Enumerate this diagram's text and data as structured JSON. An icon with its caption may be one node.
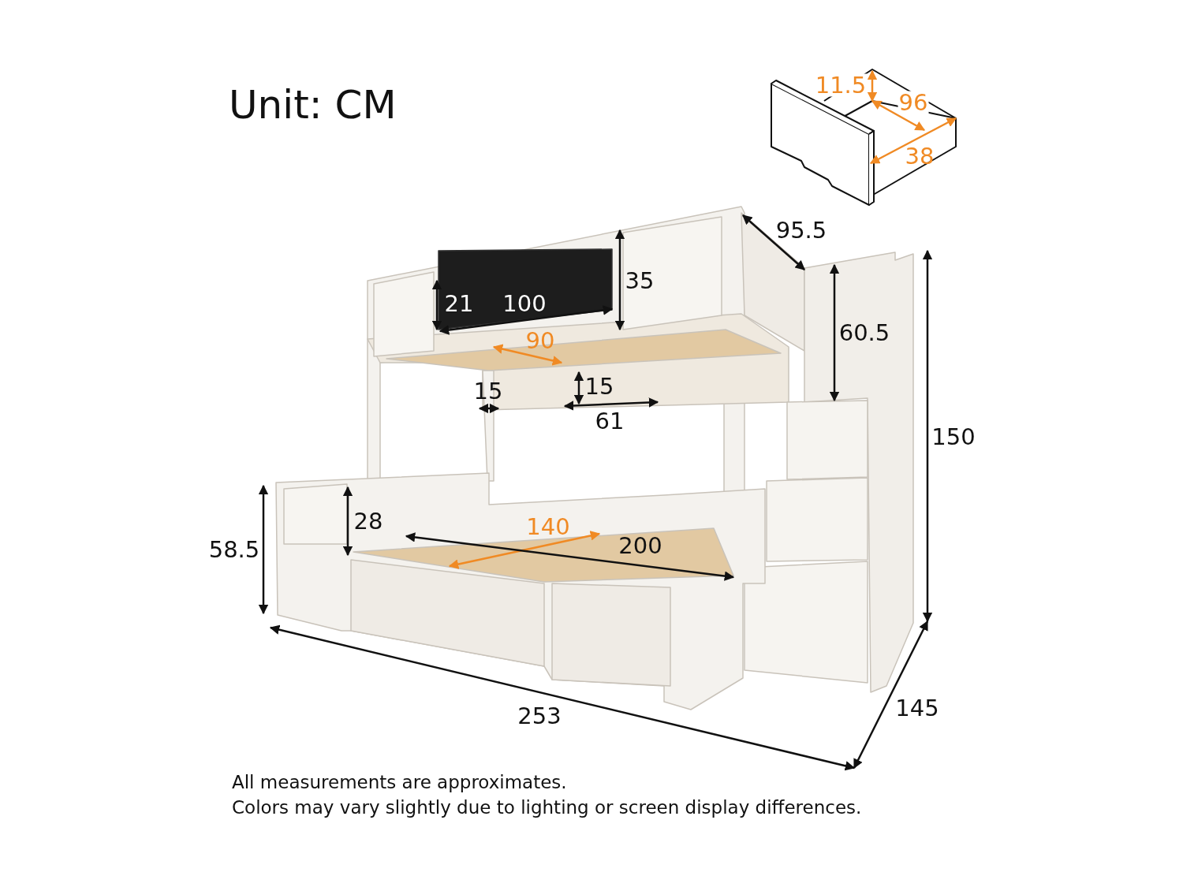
{
  "diagram": {
    "title": "Unit: CM",
    "labels": [
      "11.5",
      "96",
      "38",
      "95.5",
      "35",
      "21",
      "100",
      "90",
      "60.5",
      "15",
      "15",
      "61",
      "150",
      "58.5",
      "28",
      "140",
      "200",
      "253",
      "145",
      "All measurements are approximates.",
      "Colors may vary slightly due to lighting or screen display differences."
    ]
  }
}
